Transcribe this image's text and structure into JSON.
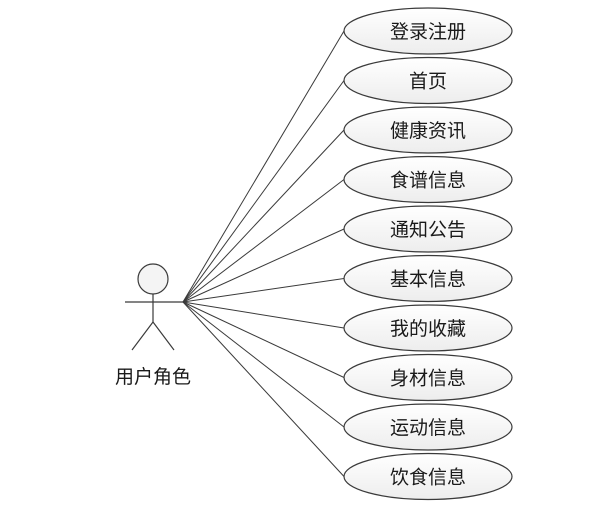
{
  "actor": {
    "label": "用户角色"
  },
  "use_cases": [
    {
      "label": "登录注册"
    },
    {
      "label": "首页"
    },
    {
      "label": "健康资讯"
    },
    {
      "label": "食谱信息"
    },
    {
      "label": "通知公告"
    },
    {
      "label": "基本信息"
    },
    {
      "label": "我的收藏"
    },
    {
      "label": "身材信息"
    },
    {
      "label": "运动信息"
    },
    {
      "label": "饮食信息"
    }
  ]
}
